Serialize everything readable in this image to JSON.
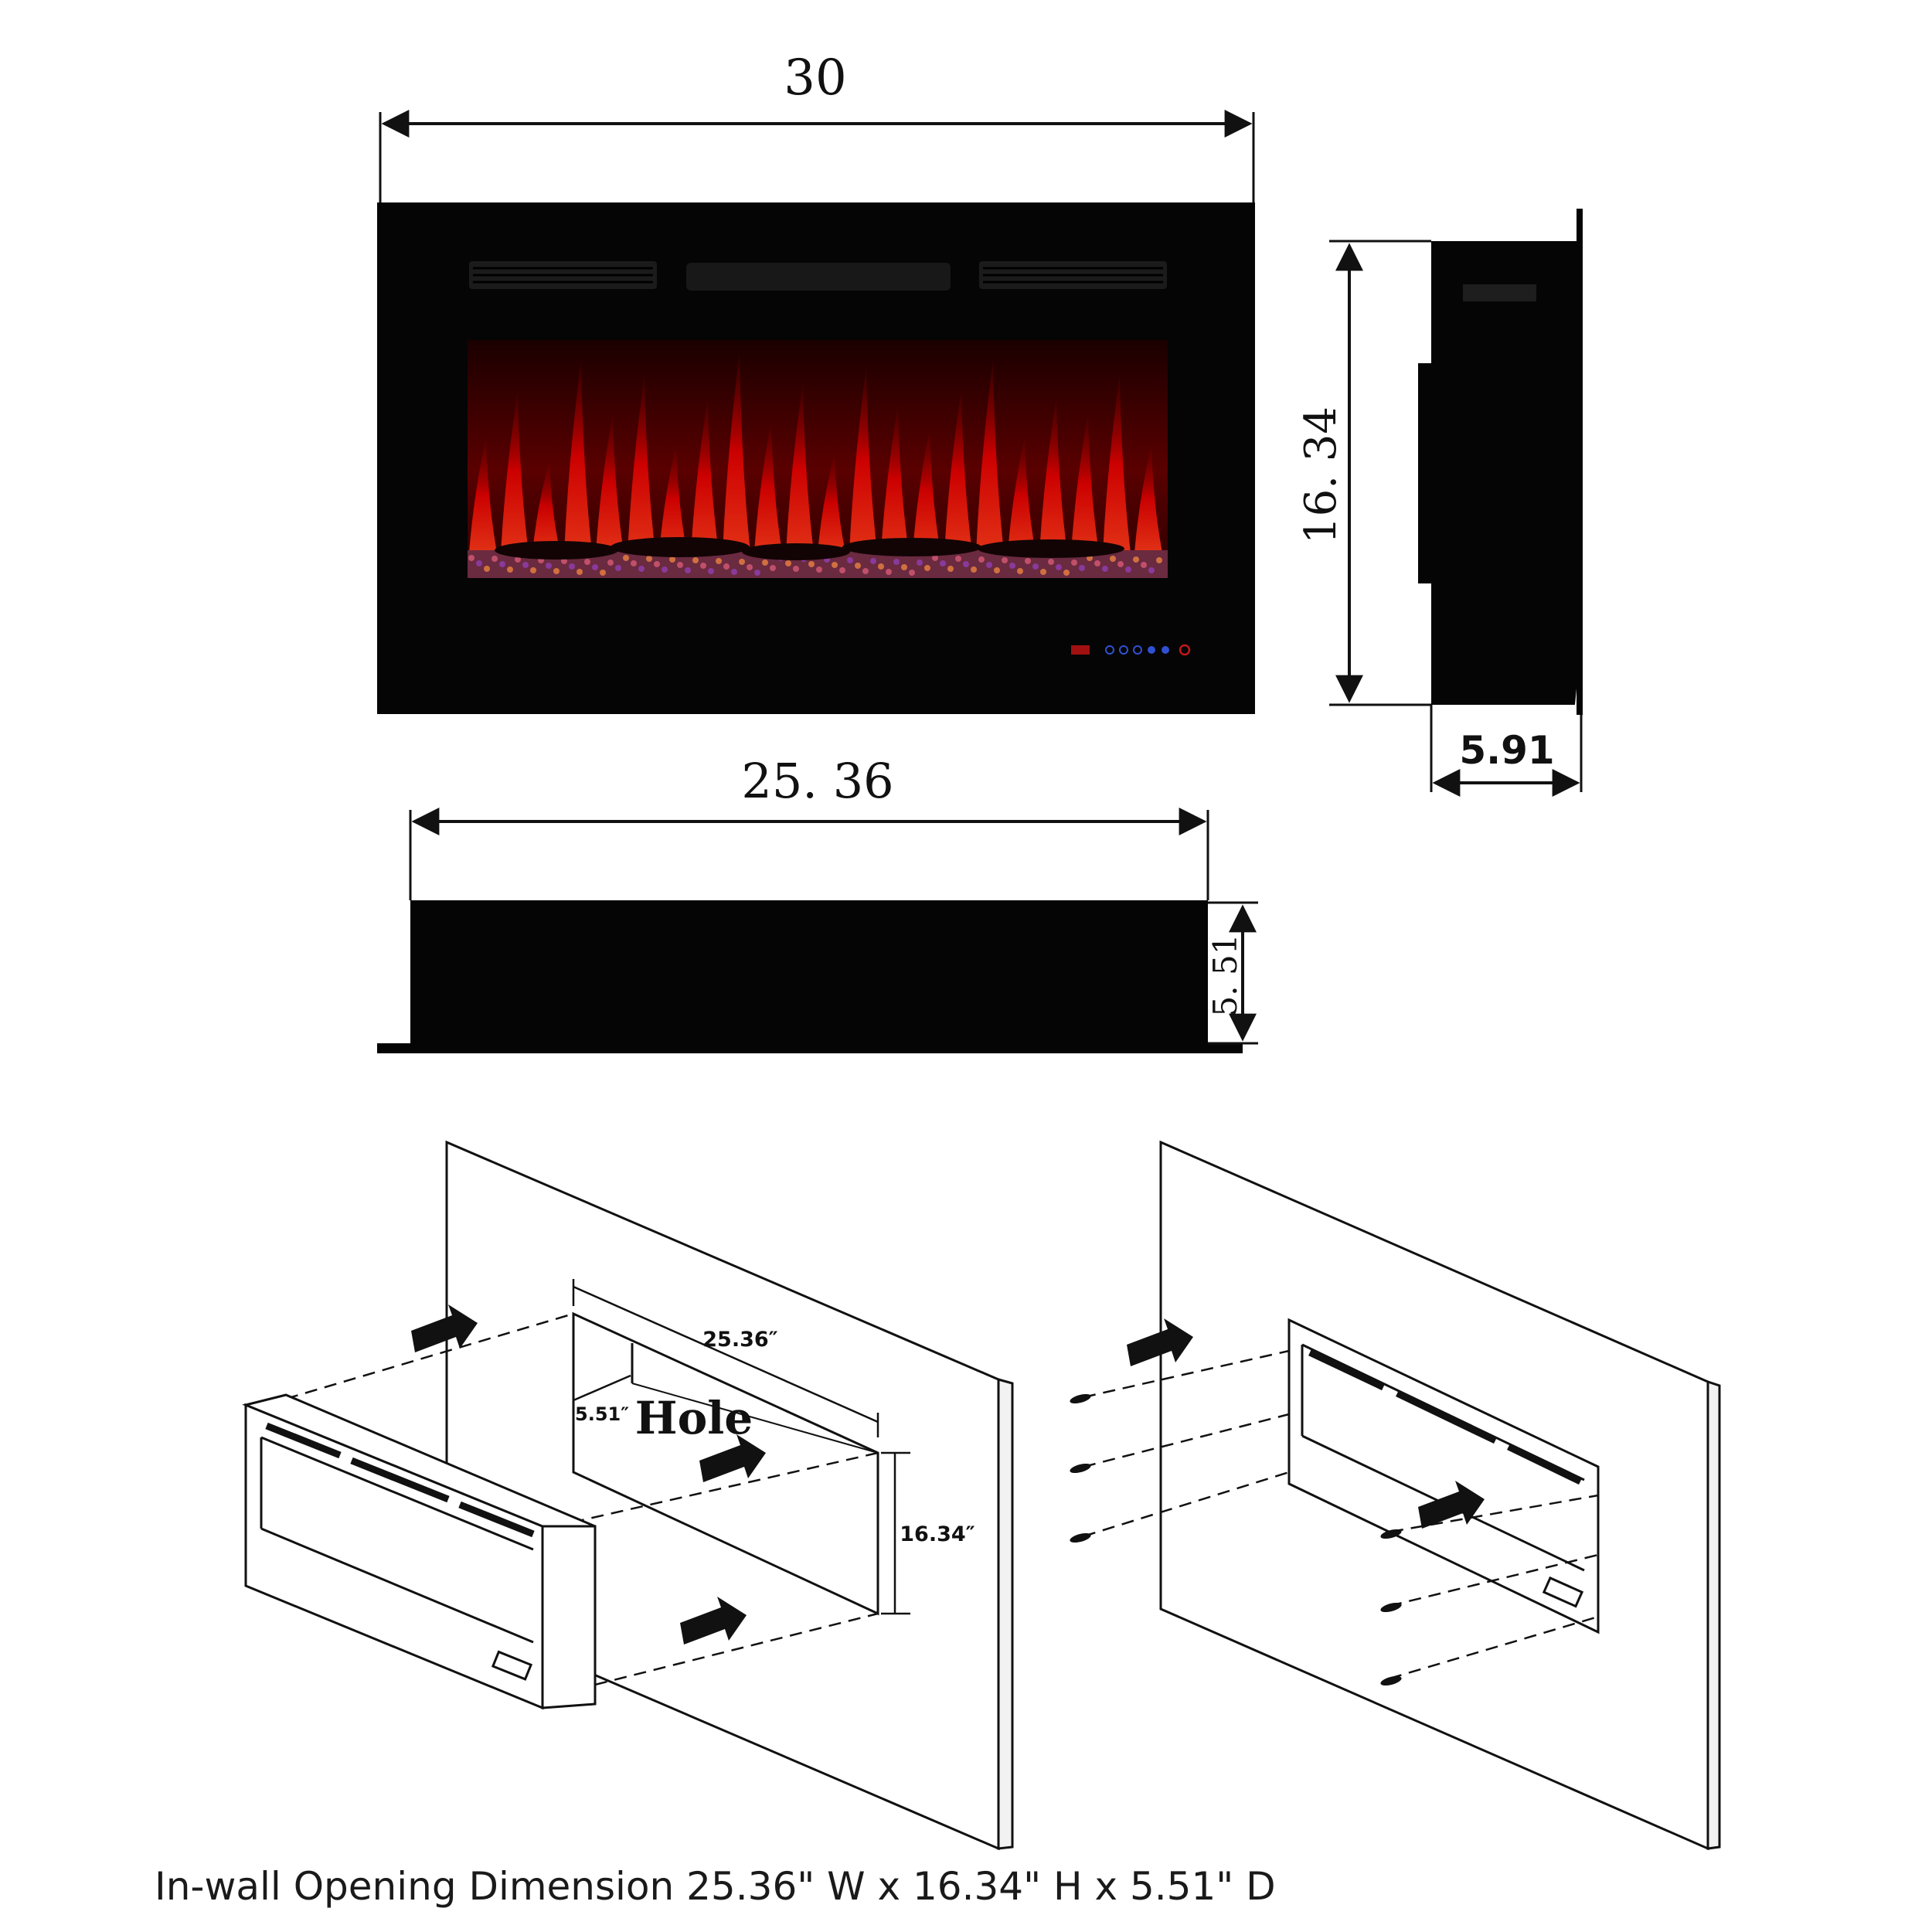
{
  "front_view": {
    "width_label": "30",
    "height_label": "16. 34",
    "depth_label": "5.91"
  },
  "top_view": {
    "width_label": "25. 36",
    "depth_label": "5. 51"
  },
  "install_left": {
    "width_label": "25.36″",
    "depth_label": "5.51″",
    "hole_label": "Hole",
    "height_label": "16.34″"
  },
  "caption": "In-wall Opening Dimension 25.36\" W x 16.34\" H x 5.51\" D",
  "colors": {
    "body": "#050505",
    "flame": "#d10a0a",
    "line": "#111111"
  }
}
